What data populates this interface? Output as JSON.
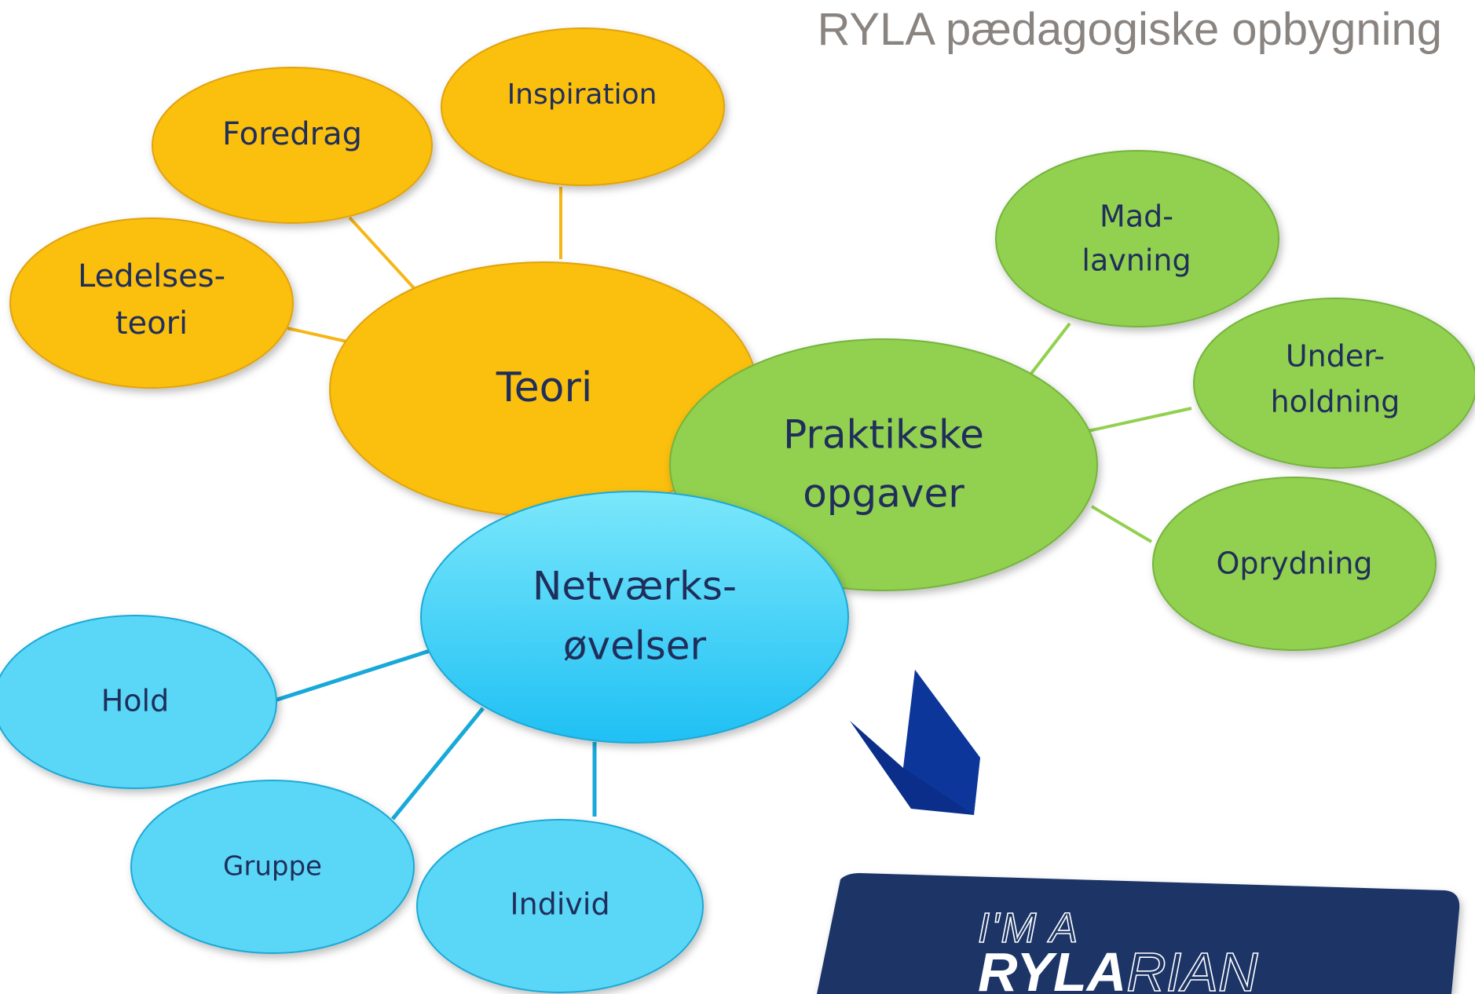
{
  "title": "RYLA pædagogiske opbygning",
  "colors": {
    "orange": "#fbbf0f",
    "orange_border": "#e3a100",
    "green": "#92d050",
    "green_border": "#6fb03a",
    "blue_light": "#5ad7f7",
    "blue_hub_top": "#7ae7fb",
    "blue_hub_bottom": "#25c3f4",
    "text_dark": "#1f2e5a",
    "arrow": "#0a2e8a",
    "badge": "#1e3566"
  },
  "hubs": {
    "teori": {
      "label": "Teori"
    },
    "praktikske": {
      "line1": "Praktikske",
      "line2": "opgaver"
    },
    "netvaerk": {
      "line1": "Netværks-",
      "line2": "øvelser"
    }
  },
  "teori_children": {
    "foredrag": "Foredrag",
    "inspiration": "Inspiration",
    "ledelses": {
      "line1": "Ledelses-",
      "line2": "teori"
    }
  },
  "praktikske_children": {
    "mad": {
      "line1": "Mad-",
      "line2": "lavning"
    },
    "under": {
      "line1": "Under-",
      "line2": "holdning"
    },
    "oprydning": "Oprydning"
  },
  "netvaerk_children": {
    "hold": "Hold",
    "gruppe": "Gruppe",
    "individ": "Individ"
  },
  "badge": {
    "line1": "I'M A",
    "line2_bold": "RYLA",
    "line2_light": "RIAN"
  },
  "icons": {
    "arrow": "chevron-down-arrow-icon"
  }
}
